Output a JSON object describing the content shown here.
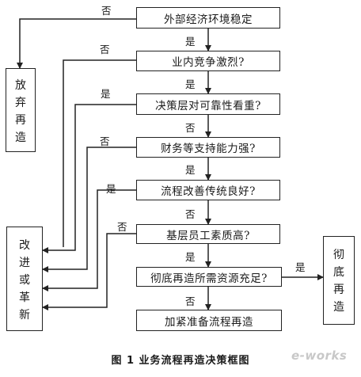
{
  "nodes": {
    "external_env": "外部经济环境稳定",
    "industry_competition": "业内竞争激烈?",
    "decision_reliability": "决策层对可靠性看重?",
    "financial_support": "财务等支持能力强?",
    "process_tradition": "流程改善传统良好?",
    "staff_quality": "基层员工素质高?",
    "resources_sufficient": "彻底再造所需资源充足?",
    "accelerate_prep": "加紧准备流程再造"
  },
  "outcomes": {
    "abandon": [
      "放",
      "弃",
      "再",
      "造"
    ],
    "improve": [
      "改",
      "进",
      "或",
      "革",
      "新"
    ],
    "thorough": [
      "彻",
      "底",
      "再",
      "造"
    ]
  },
  "labels": {
    "l1": "否",
    "l2": "是",
    "l3": "否",
    "l4": "是",
    "l5": "是",
    "l6": "否",
    "l7": "否",
    "l8": "是",
    "l9": "是",
    "l10": "否",
    "l11": "否",
    "l12": "是",
    "l13": "是",
    "l14": "否"
  },
  "caption": "图 1   业务流程再造决策框图",
  "logo": "e-works"
}
